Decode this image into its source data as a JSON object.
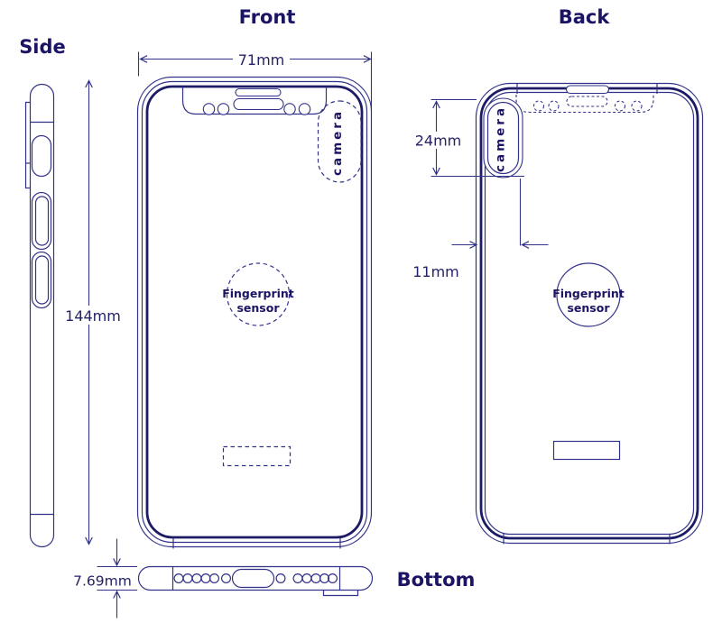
{
  "colors": {
    "line": "#32328a",
    "line_bold": "#1b1b66",
    "label_text": "#1b1464",
    "dimension_text": "#232266",
    "background": "#ffffff"
  },
  "views": {
    "side": {
      "title": "Side"
    },
    "front": {
      "title": "Front",
      "camera_label": "camera",
      "fingerprint_line1": "Fingerprint",
      "fingerprint_line2": "sensor"
    },
    "back": {
      "title": "Back",
      "camera_label": "camera",
      "fingerprint_line1": "Fingerprint",
      "fingerprint_line2": "sensor"
    },
    "bottom": {
      "title": "Bottom"
    }
  },
  "dimensions": {
    "device_width": "71mm",
    "device_height": "144mm",
    "camera_module_height": "24mm",
    "camera_module_offset": "11mm",
    "device_thickness": "7.69mm"
  }
}
